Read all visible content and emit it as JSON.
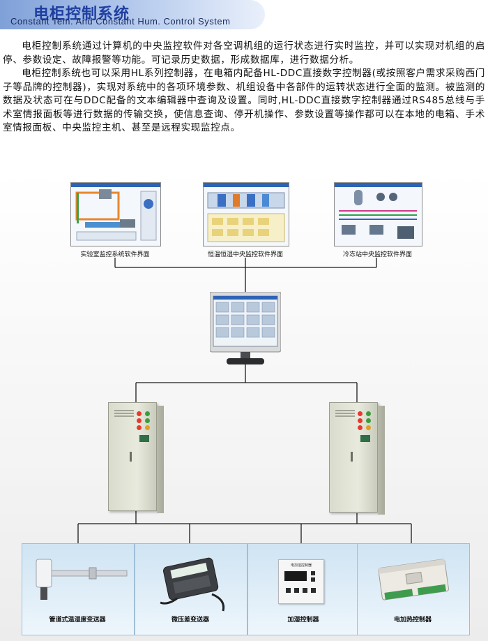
{
  "header": {
    "title_cn": "电柜控制系统",
    "title_en": "Constant Tem. And Constant Hum. Control System"
  },
  "intro": {
    "paragraph_1": "电柜控制系统通过计算机的中央监控软件对各空调机组的运行状态进行实时监控，并可以实现对机组的启停、参数设定、故障报警等功能。可记录历史数据，形成数据库，进行数据分析。",
    "paragraph_2": "电柜控制系统也可以采用HL系列控制器，在电箱内配备HL-DDC直接数字控制器(或按照客户需求采购西门子等品牌的控制器)，实现对系统中的各项环境参数、机组设备中各部件的运转状态进行全面的监测。被监测的数据及状态可在与DDC配备的文本编辑器中查询及设置。同时,HL-DDC直接数字控制器通过RS485总线与手术室情报面板等进行数据的传输交换，使信息查询、停开机操作、参数设置等操作都可以在本地的电箱、手术室情报面板、中央监控主机、甚至是远程实现监控点。"
  },
  "software_screens": [
    {
      "caption": "实验室监控系统软件界面"
    },
    {
      "caption": "恒温恒湿中央监控软件界面"
    },
    {
      "caption": "冷冻站中央监控软件界面"
    }
  ],
  "devices": [
    {
      "caption": "管道式温湿度变送器"
    },
    {
      "caption": "微压差变送器"
    },
    {
      "caption": "加湿控制器",
      "panel_title": "电加湿控制器"
    },
    {
      "caption": "电加热控制器"
    }
  ],
  "colors": {
    "accent": "#1f3fa0",
    "screen_frame": "#8a8a8a",
    "cabinet": "#e4e6d8",
    "device_panel_bg": "#dcebf7"
  },
  "icons": [
    "computer-monitor-icon",
    "electrical-cabinet-icon",
    "duct-sensor-icon",
    "pressure-transmitter-icon",
    "humidifier-controller-icon",
    "heater-controller-icon"
  ]
}
